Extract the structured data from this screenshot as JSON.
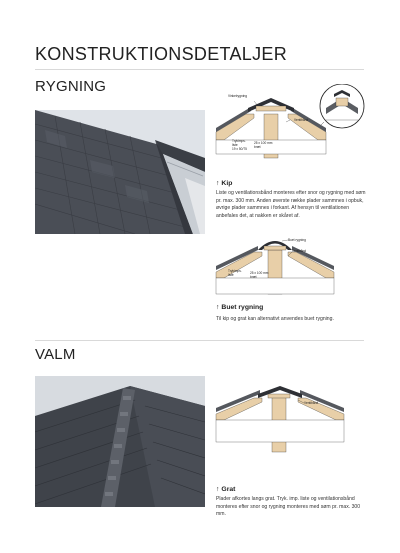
{
  "page": {
    "title": "KONSTRUKTIONSDETALJER"
  },
  "sections": {
    "rygning": {
      "heading": "RYGNING",
      "diagram1": {
        "labels": {
          "vinkel": "Vinkelrygning",
          "ventil": "Ventibånd",
          "trykimps1": "Trykimps.",
          "trykimps2": "liste",
          "trykimps3": "19 x 50/75",
          "board1": "25 x 100 mm",
          "board2": "bræt"
        }
      },
      "kip": {
        "arrow": "↑",
        "title": "Kip",
        "text": "Liste og ventilationsbånd monteres efter snor og rygning med søm pr. max. 300 mm. Anden øverste række plader sammnes i opbuk, øvrige plader sammnes i forkant. Af hensyn til ventilationen anbefales det, at nakken er skåret af."
      },
      "diagram2": {
        "labels": {
          "buet": "Buet rygning",
          "ventil": "Ventibånd",
          "trykimps1": "Trykimps.",
          "trykimps2": "liste",
          "board1": "25 x 100 mm",
          "board2": "bræt"
        }
      },
      "buet": {
        "arrow": "↑",
        "title": "Buet rygning",
        "text": "Til kip og grat kan alternativt anvendes buet rygning."
      }
    },
    "valm": {
      "heading": "VALM",
      "diagram3": {
        "labels": {
          "ventil": "Ventibånd"
        }
      },
      "grat": {
        "arrow": "↑",
        "title": "Grat",
        "text": "Plader afkortes langs grat. Tryk. imp. liste og ventilationsbånd monteres efter snor og rygning monteres med søm pr. max. 300 mm."
      }
    }
  },
  "colors": {
    "slate": "#4a4e56",
    "timber": "#e8cfa8",
    "rule": "#d9d9d9"
  }
}
